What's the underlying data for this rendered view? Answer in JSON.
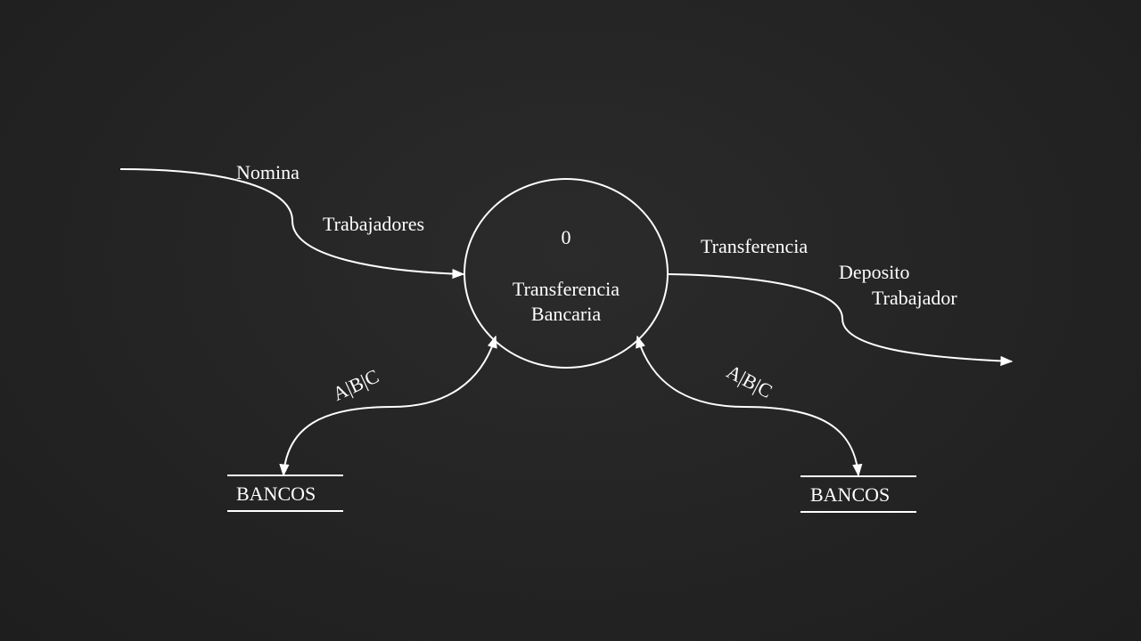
{
  "process": {
    "number": "0",
    "name_line1": "Transferencia",
    "name_line2": "Bancaria"
  },
  "flows": {
    "input_line1": "Nomina",
    "input_line2": "Trabajadores",
    "output_line1": "Transferencia",
    "output_line2": "Deposito",
    "output_line3": "Trabajador",
    "left_bank_flow": "A|B|C",
    "right_bank_flow": "A|B|C"
  },
  "stores": {
    "left": "BANCOS",
    "right": "BANCOS"
  },
  "colors": {
    "background": "#222222",
    "stroke": "#ffffff",
    "text": "#ffffff"
  }
}
